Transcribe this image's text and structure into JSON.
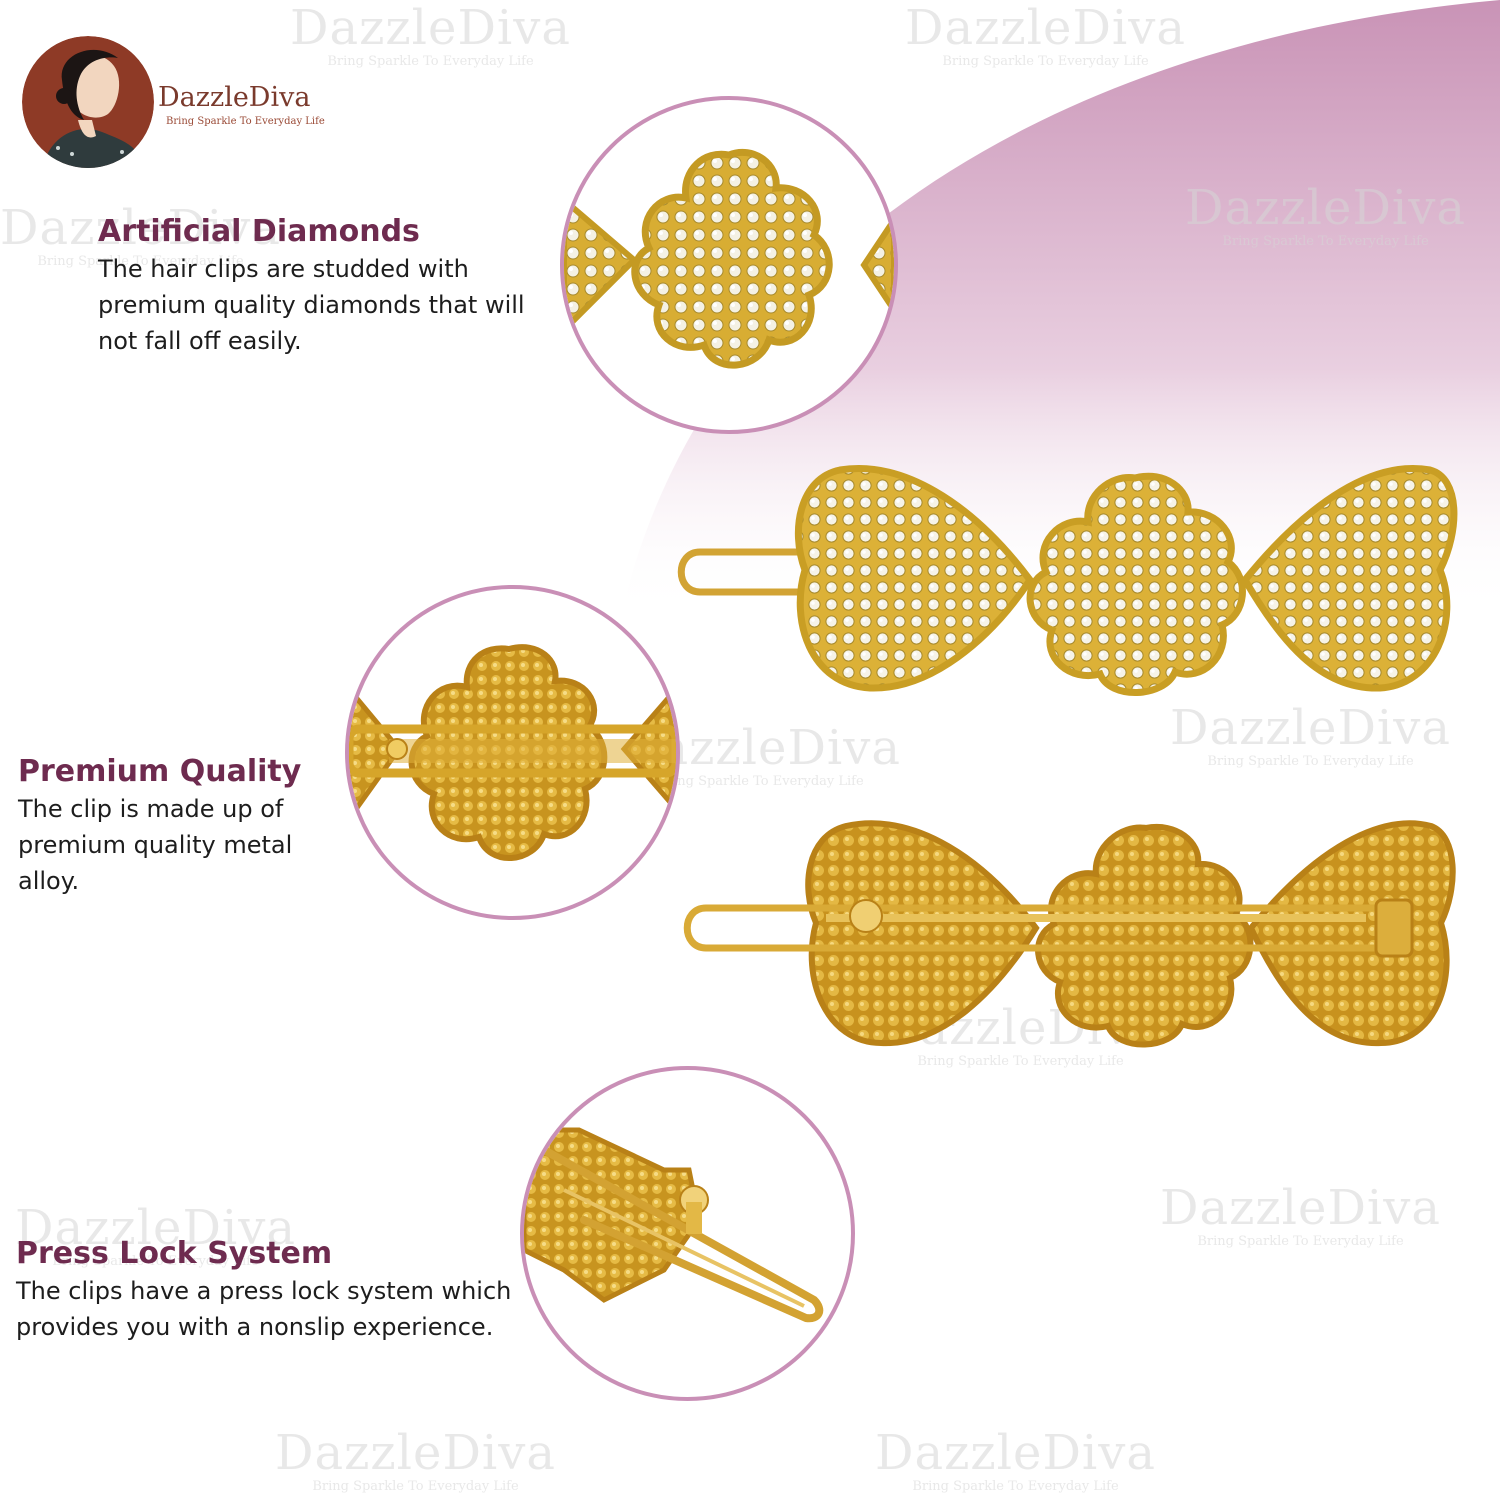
{
  "brand": {
    "name": "DazzleDiva",
    "tagline": "Bring Sparkle To Everyday Life"
  },
  "watermark": {
    "name": "DazzleDiva",
    "tagline": "Bring Sparkle To Everyday Life"
  },
  "features": [
    {
      "title": "Artificial Diamonds",
      "description": "The hair clips are studded with premium quality diamonds that will not fall off easily."
    },
    {
      "title": "Premium Quality",
      "description": "The clip is made up of premium quality metal alloy."
    },
    {
      "title": "Press Lock System",
      "description": "The clips have a press lock system which provides you with a nonslip experience."
    }
  ],
  "colors": {
    "accent_title": "#6e2b4f",
    "accent_arc": "#d2a6c4",
    "circle_border": "#c98fb6",
    "gold": "#d9b33c"
  },
  "icons": {
    "logo": "woman-portrait-logo",
    "zoom_1": "flower-rhinestone-closeup",
    "zoom_2": "clip-back-closeup",
    "zoom_3": "press-lock-closeup"
  }
}
